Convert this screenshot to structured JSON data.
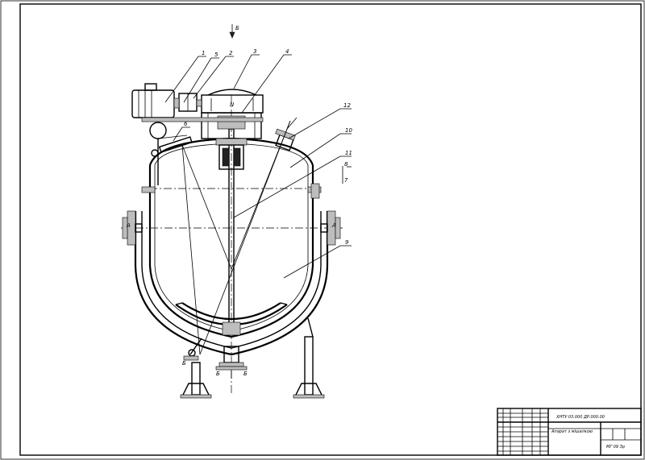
{
  "view_marker": "Б",
  "part_labels": [
    "1",
    "5",
    "2",
    "3",
    "4",
    "12",
    "6",
    "10",
    "11",
    "8",
    "9",
    "7"
  ],
  "section_marks": [
    "А",
    "А",
    "Б",
    "Б",
    "Б"
  ],
  "title_block": {
    "code": "ХНТУ 03.000 ДР.000.00",
    "title": "Апарат з мішалкою",
    "sheet": "МГ 09 Зр"
  }
}
